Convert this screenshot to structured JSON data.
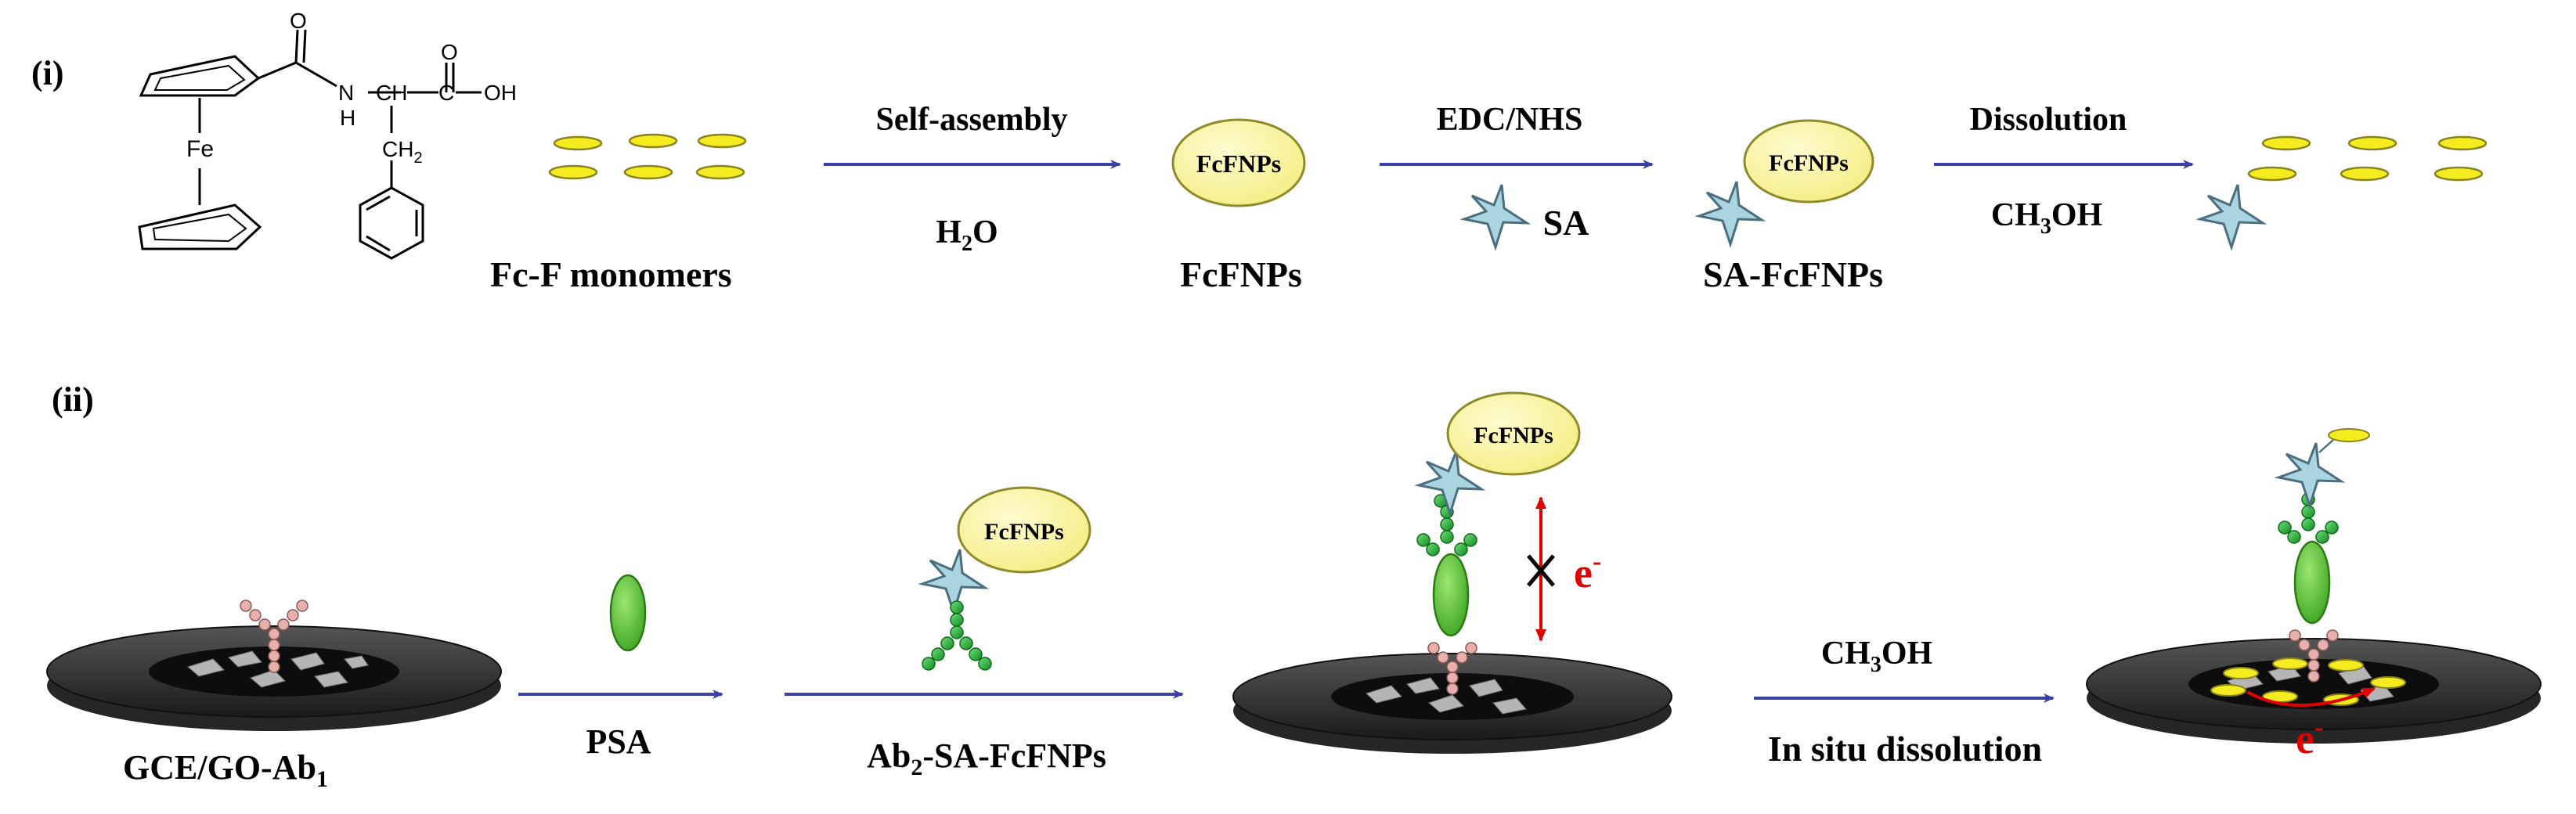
{
  "panel_i": {
    "label": "(i)",
    "structure": {
      "iron": "Fe",
      "carbonyl_o1": "O",
      "carbonyl_o2": "O",
      "nh_n": "N",
      "nh_h": "H",
      "ch": "CH",
      "c": "C",
      "oh": "OH",
      "ch2": "CH",
      "ch2_sub": "2"
    },
    "monomers_label": "Fc-F monomers",
    "arrow1_top": "Self-assembly",
    "arrow1_bottom_main": "H",
    "arrow1_bottom_sub": "2",
    "arrow1_bottom_tail": "O",
    "np_label": "FcFNPs",
    "np_caption": "FcFNPs",
    "arrow2_top": "EDC/NHS",
    "sa_label": "SA",
    "sa_np_caption": "SA-FcFNPs",
    "arrow3_top": "Dissolution",
    "arrow3_bottom_main": "CH",
    "arrow3_bottom_sub": "3",
    "arrow3_bottom_tail": "OH"
  },
  "panel_ii": {
    "label": "(ii)",
    "electrode_caption_main": "GCE/GO-Ab",
    "electrode_caption_sub": "1",
    "psa_label": "PSA",
    "conj_caption_main": "Ab",
    "conj_caption_sub": "2",
    "conj_caption_tail": "-SA-FcFNPs",
    "electron_symbol": "e",
    "electron_sup": "-",
    "arrow_top_main": "CH",
    "arrow_top_sub": "3",
    "arrow_top_tail": "OH",
    "arrow_bottom": "In situ dissolution"
  },
  "colors": {
    "arrow": "#3b3fa8",
    "nanoparticle_fill": "#f8f39a",
    "nanoparticle_stroke": "#8f8a2a",
    "monomer_fill": "#f4ec1f",
    "star_fill": "#a9d4e0",
    "star_stroke": "#4b6f80",
    "psa_fill": "#66c83c",
    "bead_green": "#27a337",
    "bead_pink": "#e8b0ac",
    "electrode_dark": "#2a2a2a",
    "electron_red": "#e00000"
  }
}
